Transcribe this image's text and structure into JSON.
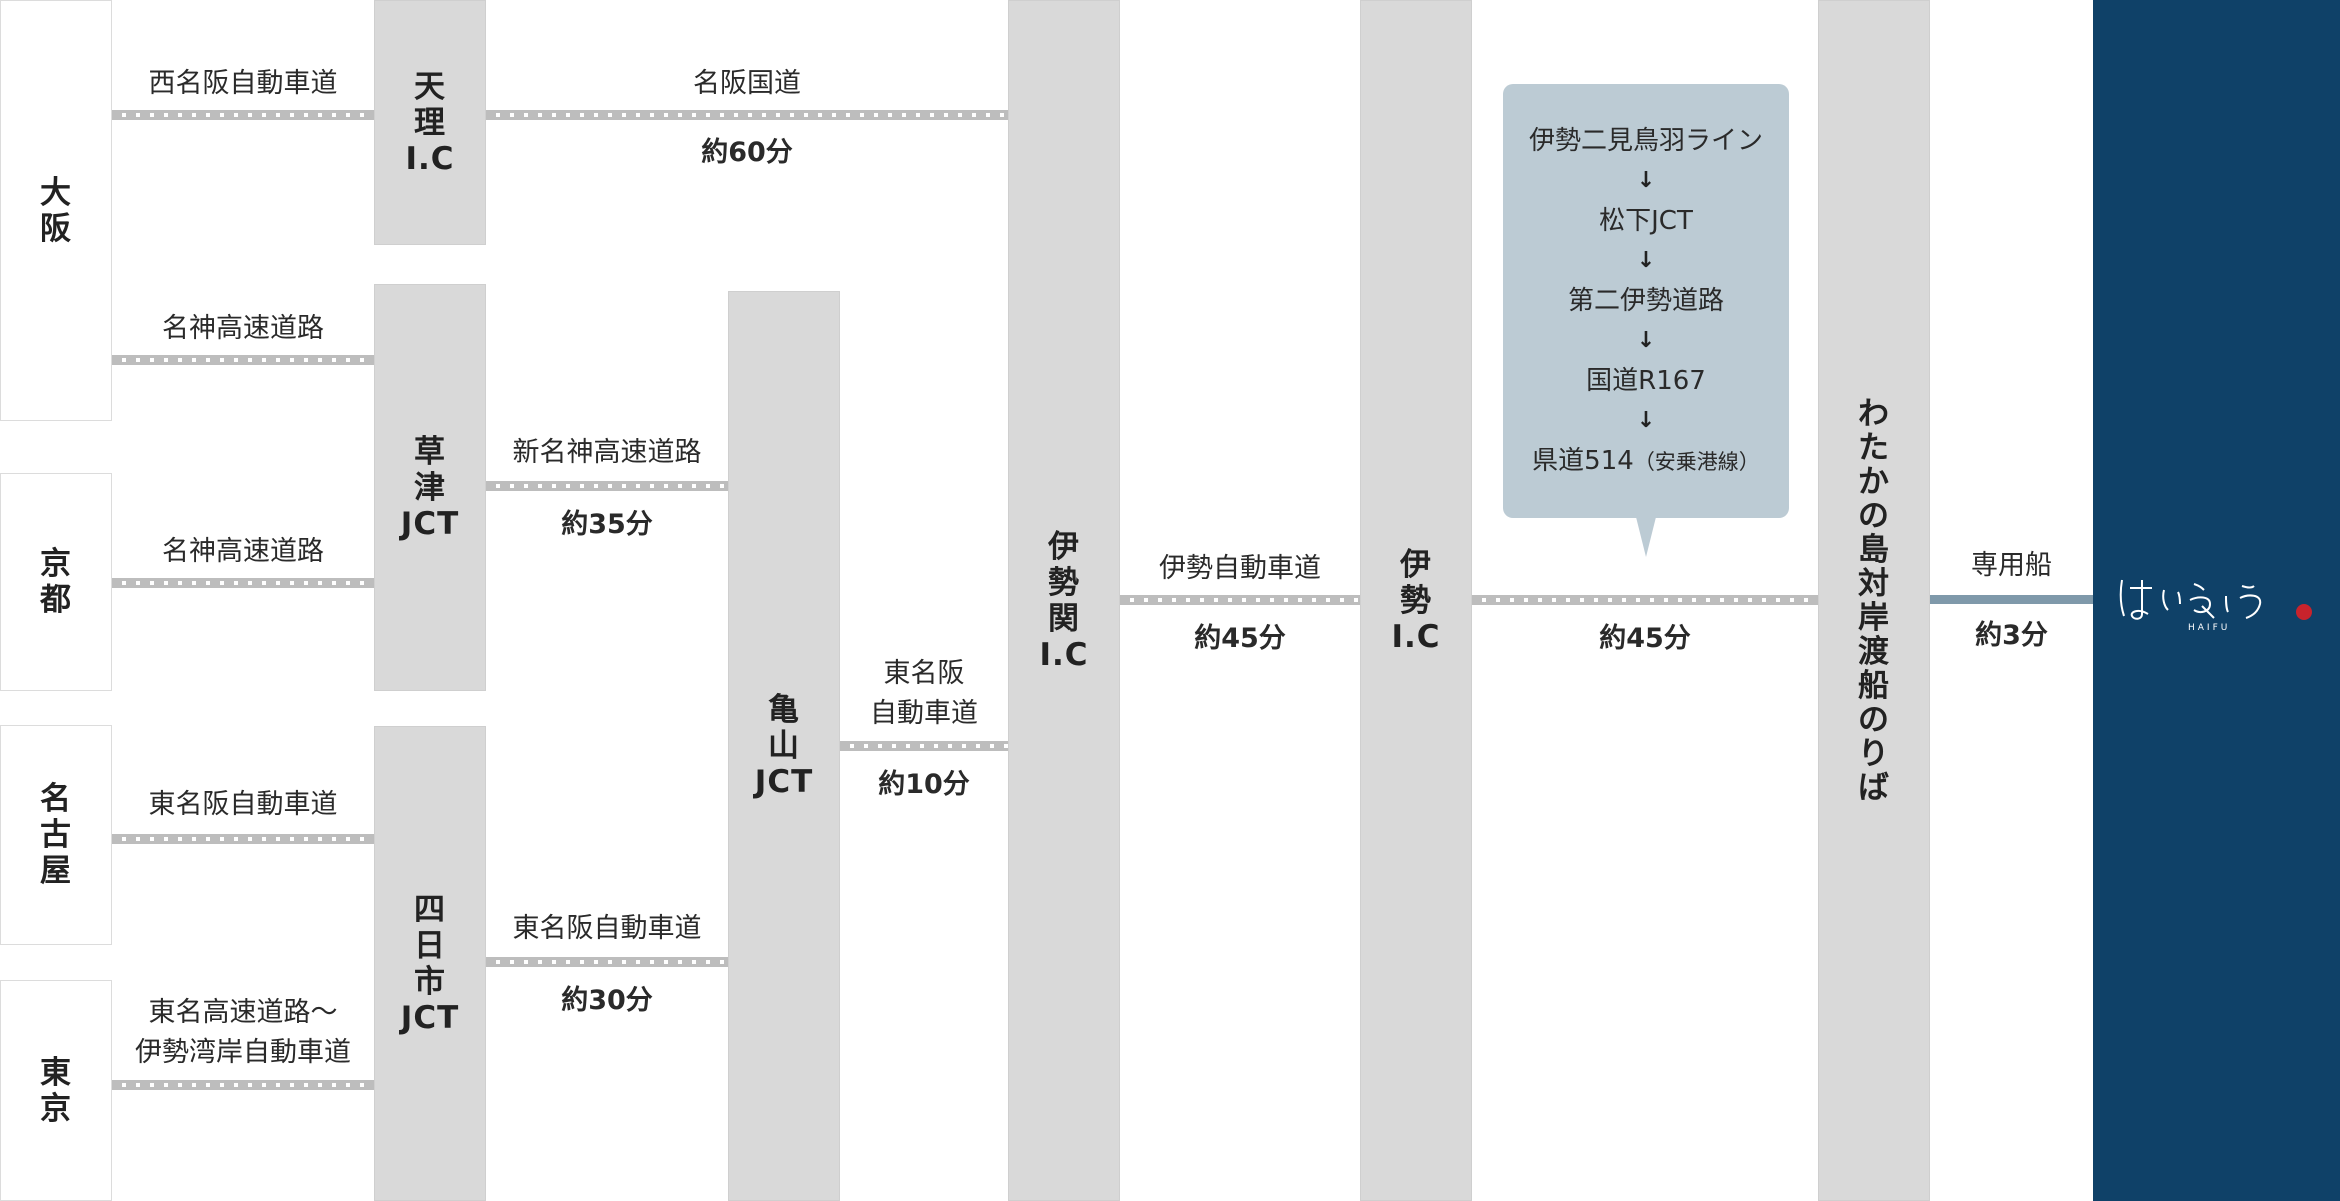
{
  "origins": {
    "osaka": "大\n阪",
    "kyoto": "京\n都",
    "nagoya": "名\n古\n屋",
    "tokyo": "東\n京"
  },
  "junctions": {
    "tenri": "天\n理\nI.C",
    "kusatsu": "草\n津\nJCT",
    "yokkaichi": "四\n日\n市\nJCT",
    "kameyama": "亀\n山\nJCT",
    "iseseki": "伊\n勢\n関\nI.C",
    "ise": "伊\n勢\nI.C",
    "wataka": "わ\nた\nか\nの\n島\n対\n岸\n渡\n船\nの\nり\nば"
  },
  "roads": {
    "osaka_tenri": "西名阪自動車道",
    "tenri_iseseki": "名阪国道",
    "tenri_iseseki_time": "約60分",
    "osaka_kusatsu": "名神高速道路",
    "kyoto_kusatsu": "名神高速道路",
    "kusatsu_kameyama": "新名神高速道路",
    "kusatsu_kameyama_time": "約35分",
    "nagoya_yokkaichi": "東名阪自動車道",
    "tokyo_yokkaichi": "東名高速道路～\n伊勢湾岸自動車道",
    "yokkaichi_kameyama": "東名阪自動車道",
    "yokkaichi_kameyama_time": "約30分",
    "kameyama_iseseki": "東名阪\n自動車道",
    "kameyama_iseseki_time": "約10分",
    "iseseki_ise": "伊勢自動車道",
    "iseseki_ise_time": "約45分",
    "ise_wataka_time": "約45分",
    "ferry": "専用船",
    "ferry_time": "約3分"
  },
  "route_steps": {
    "s1": "伊勢二見鳥羽ライン",
    "s2": "松下JCT",
    "s3": "第二伊勢道路",
    "s4": "国道R167",
    "s5": "県道514",
    "s5_note": "（安乗港線）",
    "arrow": "↓"
  },
  "destination": {
    "logo_text": "はいふう",
    "logo_sub": "HAIFU"
  },
  "colors": {
    "box": "#d9d9d9",
    "road": "#bdbdbd",
    "bubble": "#bccbd4",
    "navy": "#0f4168",
    "ferry": "#7f99aa"
  }
}
